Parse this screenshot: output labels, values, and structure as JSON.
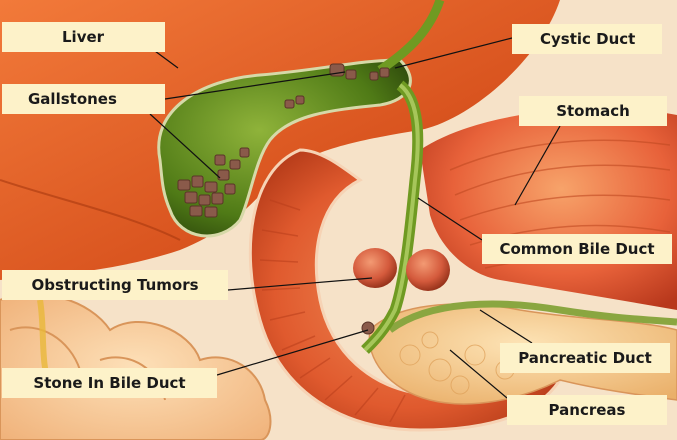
{
  "labels": {
    "liver": "Liver",
    "gallstones": "Gallstones",
    "cystic_duct": "Cystic Duct",
    "stomach": "Stomach",
    "common_bile_duct": "Common Bile Duct",
    "obstructing_tumors": "Obstructing Tumors",
    "pancreatic_duct": "Pancreatic Duct",
    "stone_in_bile_duct": "Stone In Bile Duct",
    "pancreas": "Pancreas"
  },
  "colors": {
    "label_background": "#fdf2c9",
    "liver": "#d9541f",
    "gallbladder": "#4f7a16",
    "intestine": "#e8623a",
    "pancreas": "#f4c98e",
    "tumor": "#d45a3c",
    "leader_line": "#111111"
  }
}
